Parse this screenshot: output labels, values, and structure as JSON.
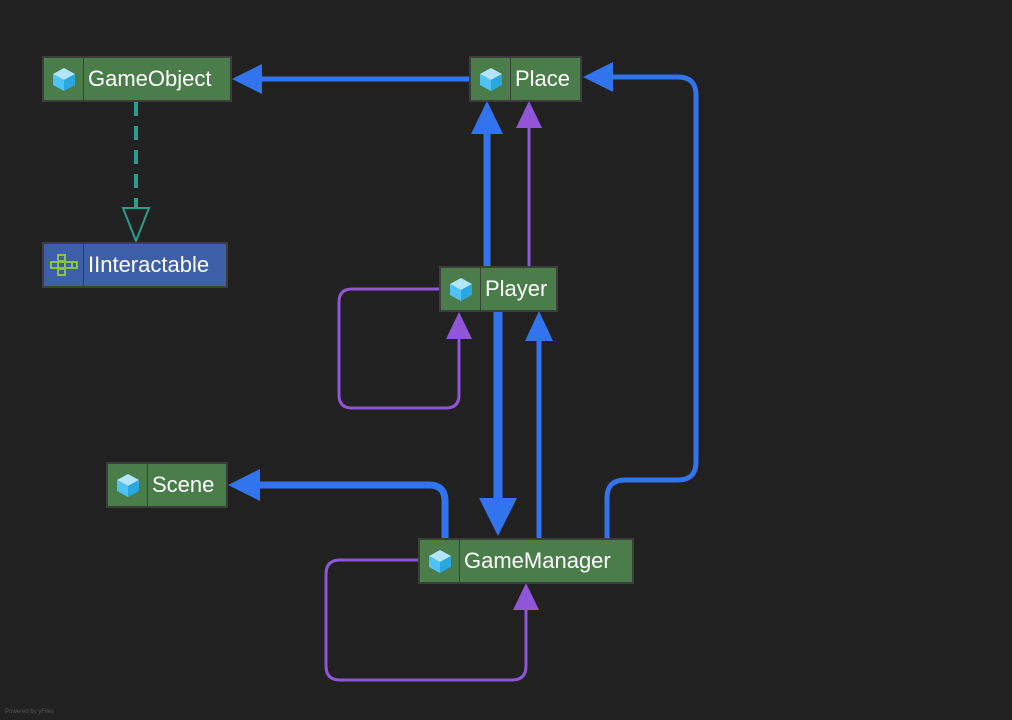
{
  "colors": {
    "background": "#212121",
    "class_fill": "#4a7d4a",
    "interface_fill": "#3c5fa8",
    "inherit_edge": "#3273ee",
    "dependency_edge": "#9055d8",
    "realize_edge": "#2a9d8c",
    "class_icon": "#4fc3f7",
    "interface_icon": "#8bc34a"
  },
  "nodes": {
    "gameobject": {
      "label": "GameObject",
      "kind": "class",
      "icon": "class-cube-icon"
    },
    "place": {
      "label": "Place",
      "kind": "class",
      "icon": "class-cube-icon"
    },
    "iinteractable": {
      "label": "IInteractable",
      "kind": "interface",
      "icon": "interface-icon"
    },
    "player": {
      "label": "Player",
      "kind": "class",
      "icon": "class-cube-icon"
    },
    "scene": {
      "label": "Scene",
      "kind": "class",
      "icon": "class-cube-icon"
    },
    "gamemanager": {
      "label": "GameManager",
      "kind": "class",
      "icon": "class-cube-icon"
    }
  },
  "edges": [
    {
      "from": "Place",
      "to": "GameObject",
      "kind": "association"
    },
    {
      "from": "GameObject",
      "to": "IInteractable",
      "kind": "realization"
    },
    {
      "from": "Player",
      "to": "Place",
      "kind": "association"
    },
    {
      "from": "Player",
      "to": "Place",
      "kind": "dependency"
    },
    {
      "from": "Player",
      "to": "Player",
      "kind": "dependency"
    },
    {
      "from": "Player",
      "to": "GameManager",
      "kind": "association"
    },
    {
      "from": "GameManager",
      "to": "Player",
      "kind": "association"
    },
    {
      "from": "GameManager",
      "to": "Place",
      "kind": "association"
    },
    {
      "from": "GameManager",
      "to": "Scene",
      "kind": "association"
    },
    {
      "from": "GameManager",
      "to": "GameManager",
      "kind": "dependency"
    }
  ],
  "footer": {
    "watermark": "Powered by yFiles"
  }
}
